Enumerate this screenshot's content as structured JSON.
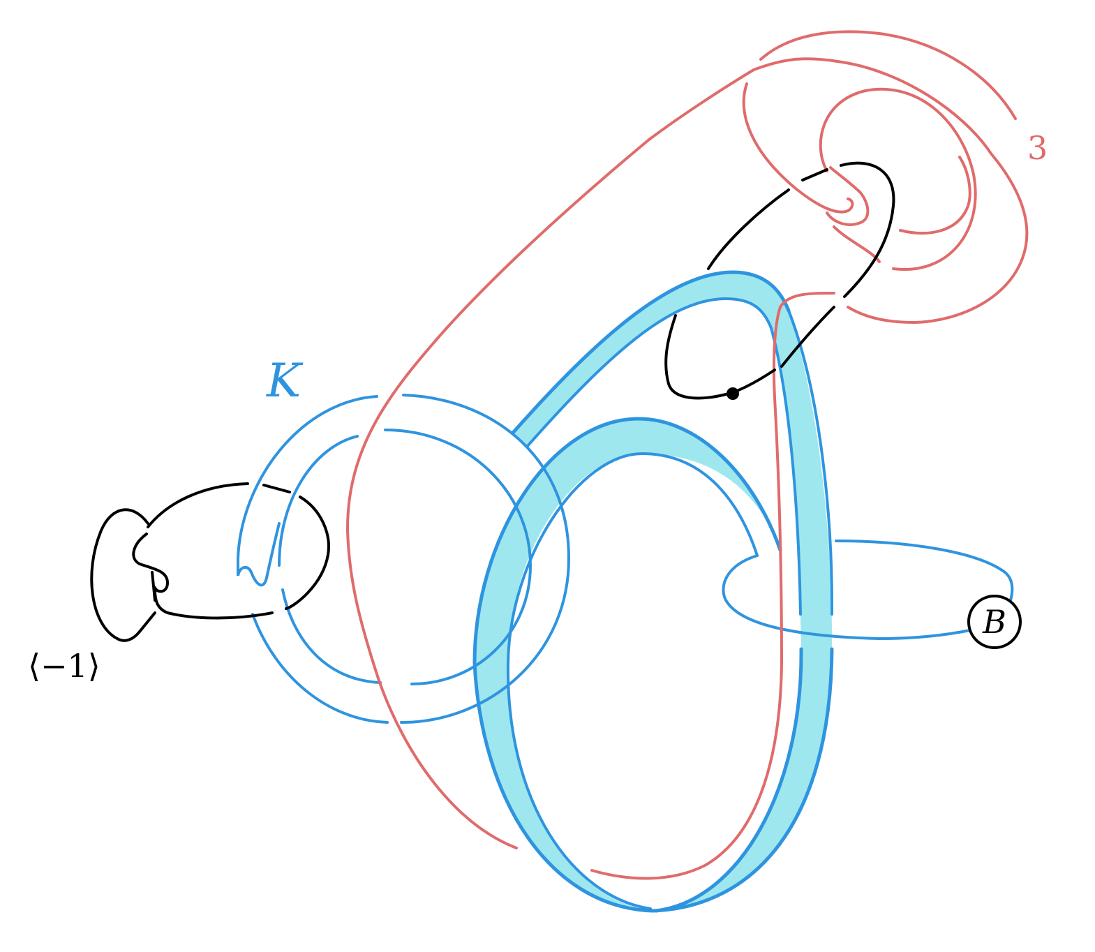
{
  "diagram": {
    "labels": {
      "k": "K",
      "framing_red": "3",
      "framing_black": "⟨−1⟩",
      "box": "B"
    },
    "colors": {
      "black": "#000000",
      "red": "#e06b6b",
      "blue": "#2f94df",
      "band_fill": "#9fe7ef"
    }
  }
}
